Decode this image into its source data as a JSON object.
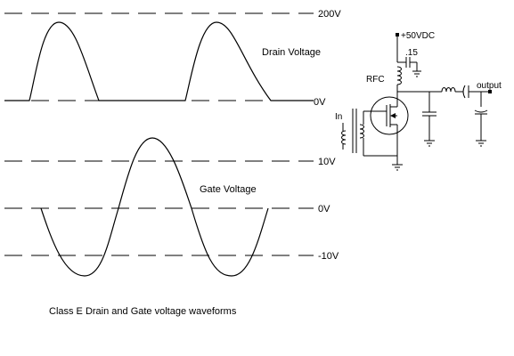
{
  "waveforms": {
    "levels": {
      "drain_top": "200V",
      "drain_zero": "0V",
      "gate_top": "10V",
      "gate_zero": "0V",
      "gate_bottom": "-10V"
    },
    "drain_label": "Drain Voltage",
    "gate_label": "Gate Voltage",
    "caption": "Class E Drain and Gate voltage waveforms"
  },
  "schematic": {
    "supply": "+50VDC",
    "capacitor_value": ".15",
    "choke": "RFC",
    "input": "In",
    "output": "output"
  }
}
